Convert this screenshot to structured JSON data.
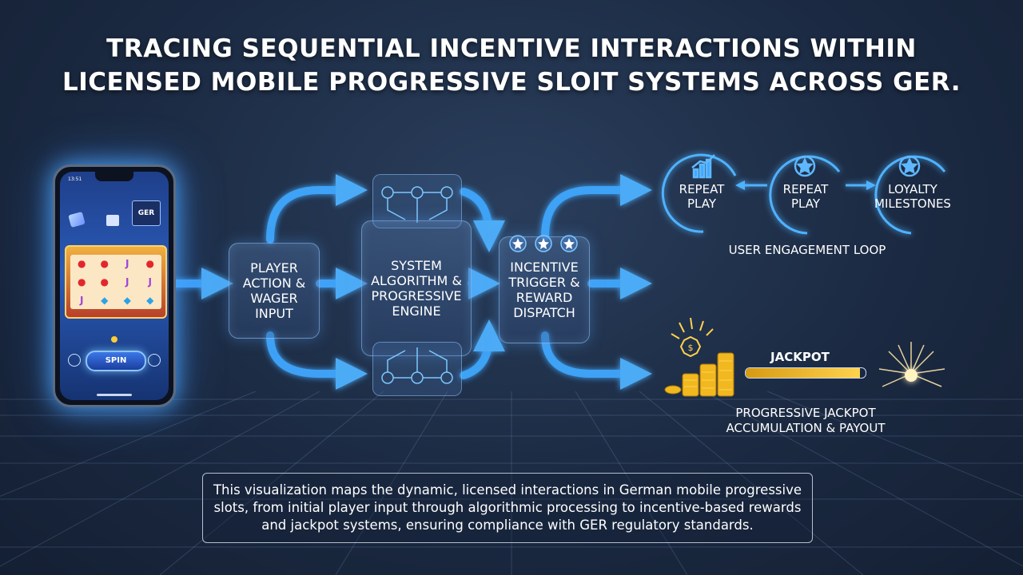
{
  "title_line1": "TRACING SEQUENTIAL INCENTIVE INTERACTIONS WITHIN",
  "title_line2": "LICENSED MOBILE PROGRESSIVE SLOIT SYSTEMS ACROSS GER.",
  "phone": {
    "status_time": "13:51",
    "badge": "GER",
    "spin_label": "SPIN"
  },
  "nodes": {
    "player_input": "PLAYER\nACTION &\nWAGER\nINPUT",
    "engine": "SYSTEM\nALGORITHM &\nPROGRESSIVE\nENGINE",
    "incentive": "INCENTIVE\nTRIGGER &\nREWARD\nDISPATCH"
  },
  "loop": {
    "item1": "REPEAT\nPLAY",
    "item2": "REPEAT\nPLAY",
    "item3": "LOYALTY\nMILESTONES",
    "label": "USER ENGAGEMENT LOOP"
  },
  "jackpot": {
    "label": "JACKPOT",
    "section_label": "PROGRESSIVE JACKPOT\nACCUMULATION & PAYOUT",
    "fill_fraction": 0.95
  },
  "description": "This visualization maps the dynamic, licensed interactions in German mobile progressive slots, from initial player input through algorithmic processing to incentive-based rewards and jackpot systems, ensuring compliance with GER regulatory standards.",
  "colors": {
    "accent_blue": "#3fa8ff",
    "glow_blue": "#7cc8ff",
    "gold": "#f2b81f"
  }
}
